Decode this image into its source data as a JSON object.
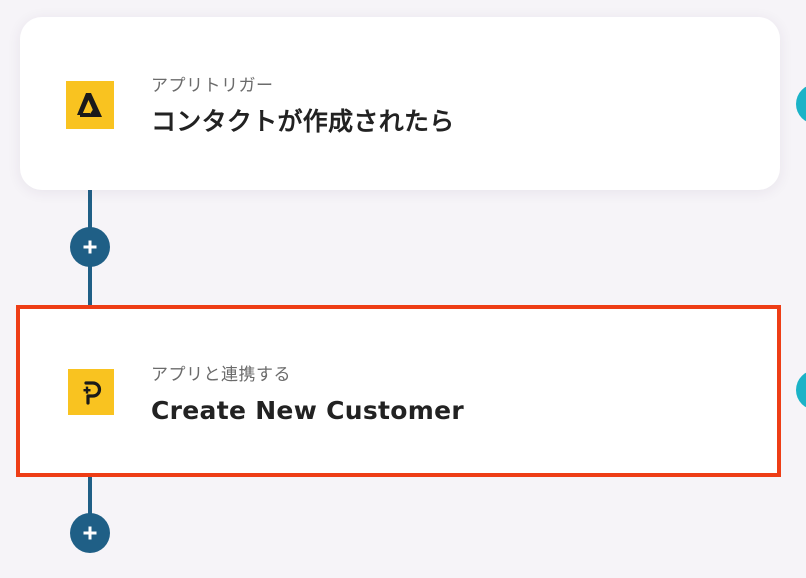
{
  "flow": {
    "steps": [
      {
        "type_label": "アプリトリガー",
        "title": "コンタクトが作成されたら",
        "app_icon": "trigger-app-logo-icon"
      },
      {
        "type_label": "アプリと連携する",
        "title": "Create New Customer",
        "app_icon": "p-app-logo-icon"
      }
    ],
    "add_step_symbol": "+",
    "colors": {
      "connector": "#1f5f86",
      "highlight_border": "#ee3d16",
      "icon_bg": "#f9c320",
      "side_dot": "#1bb3c7"
    }
  }
}
